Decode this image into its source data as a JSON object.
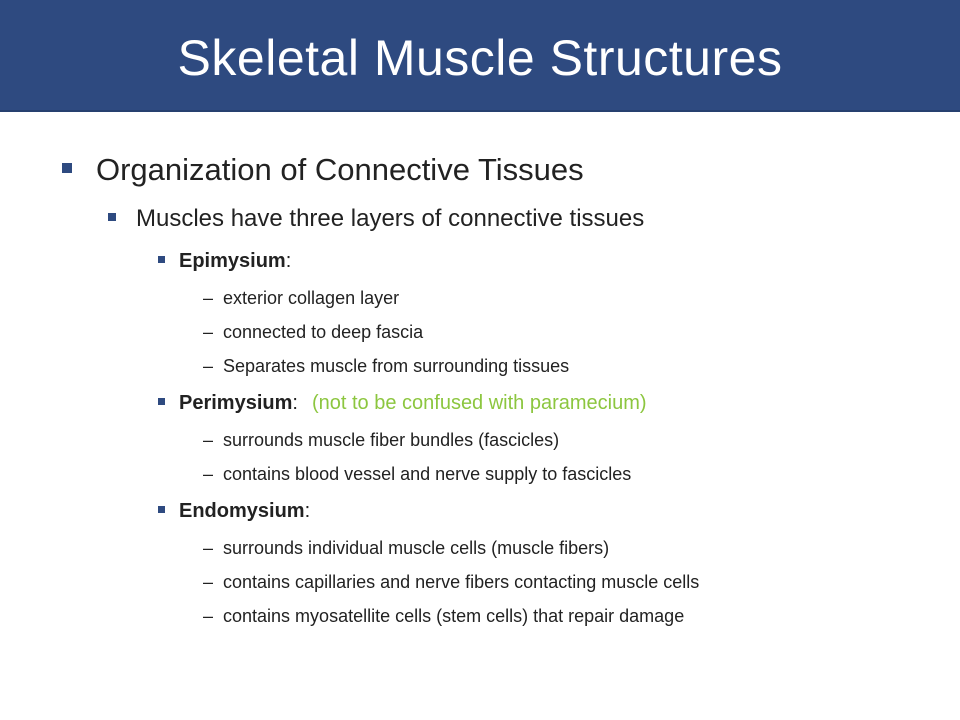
{
  "slide": {
    "title": "Skeletal Muscle Structures"
  },
  "outline": {
    "heading": "Organization of Connective Tissues",
    "subheading": "Muscles have three layers of connective tissues",
    "layers": [
      {
        "term": "Epimysium",
        "suffix": ":",
        "aside": "",
        "details": [
          "exterior collagen layer",
          "connected to deep fascia",
          "Separates muscle from surrounding tissues"
        ]
      },
      {
        "term": "Perimysium",
        "suffix": ":",
        "aside": "(not to be confused with paramecium)",
        "details": [
          "surrounds muscle fiber bundles (fascicles)",
          "contains blood vessel and nerve supply to fascicles"
        ]
      },
      {
        "term": "Endomysium",
        "suffix": ":",
        "aside": "",
        "details": [
          "surrounds individual muscle cells (muscle fibers)",
          "contains capillaries and nerve fibers contacting muscle cells",
          "contains myosatellite cells (stem cells) that repair damage"
        ]
      }
    ],
    "dash_glyph": "–"
  },
  "colors": {
    "title_bar": "#2e4a80",
    "bullet": "#2e4a80",
    "aside_text": "#8cc63f",
    "body_text": "#222222"
  }
}
